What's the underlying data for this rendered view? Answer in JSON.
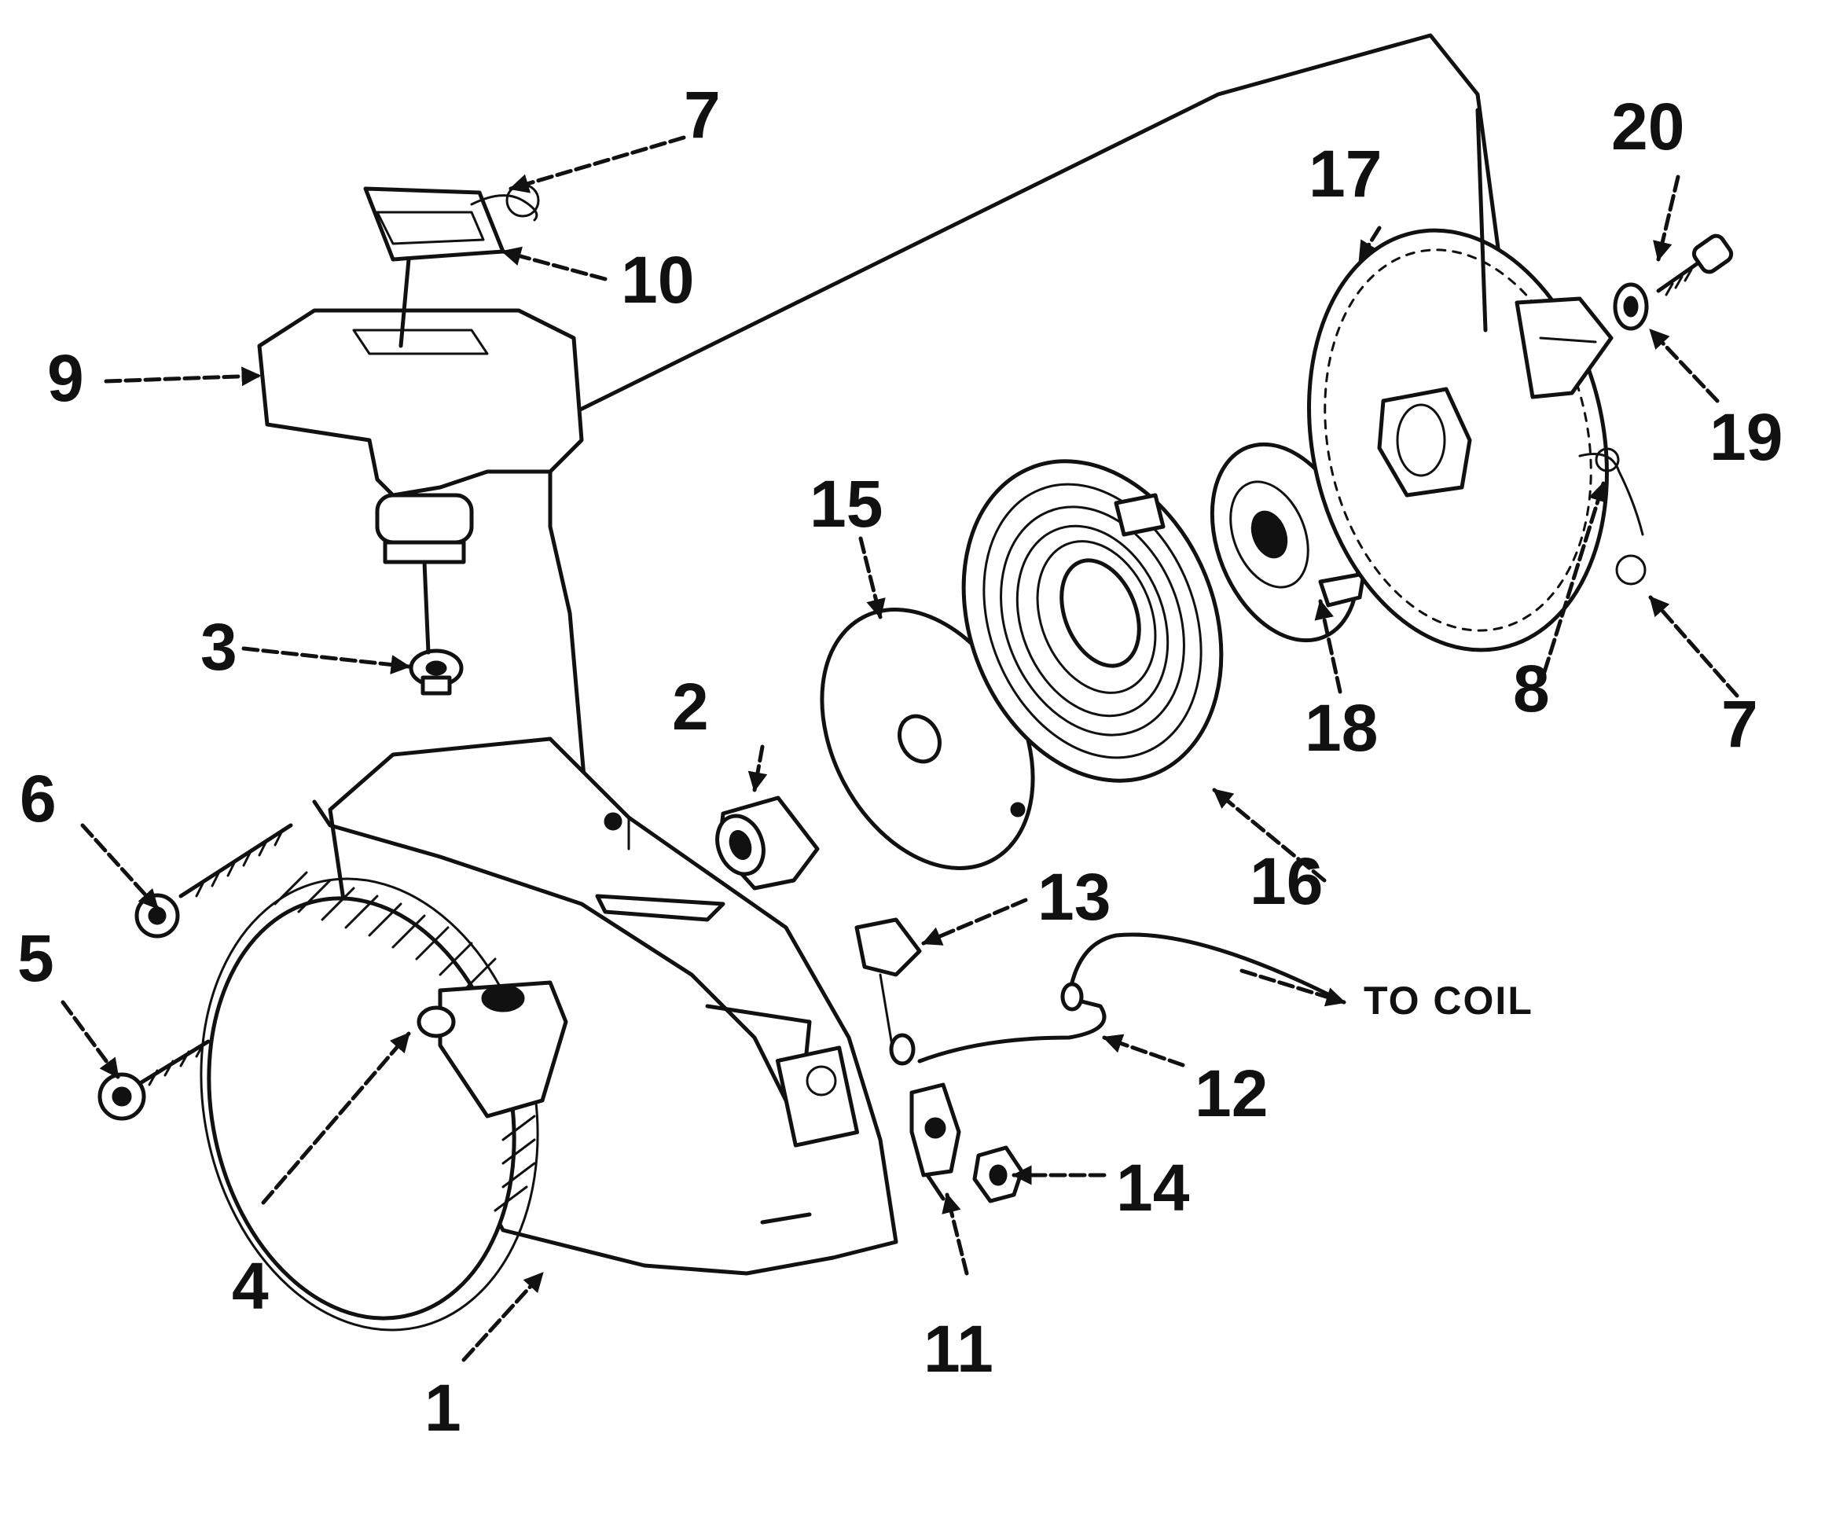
{
  "diagram": {
    "callouts": {
      "c1": "1",
      "c2": "2",
      "c3": "3",
      "c4": "4",
      "c5": "5",
      "c6": "6",
      "c7a": "7",
      "c7b": "7",
      "c8": "8",
      "c9": "9",
      "c10": "10",
      "c11": "11",
      "c12": "12",
      "c13": "13",
      "c14": "14",
      "c15": "15",
      "c16": "16",
      "c17": "17",
      "c18": "18",
      "c19": "19",
      "c20": "20"
    },
    "wire_label": "TO COIL"
  }
}
